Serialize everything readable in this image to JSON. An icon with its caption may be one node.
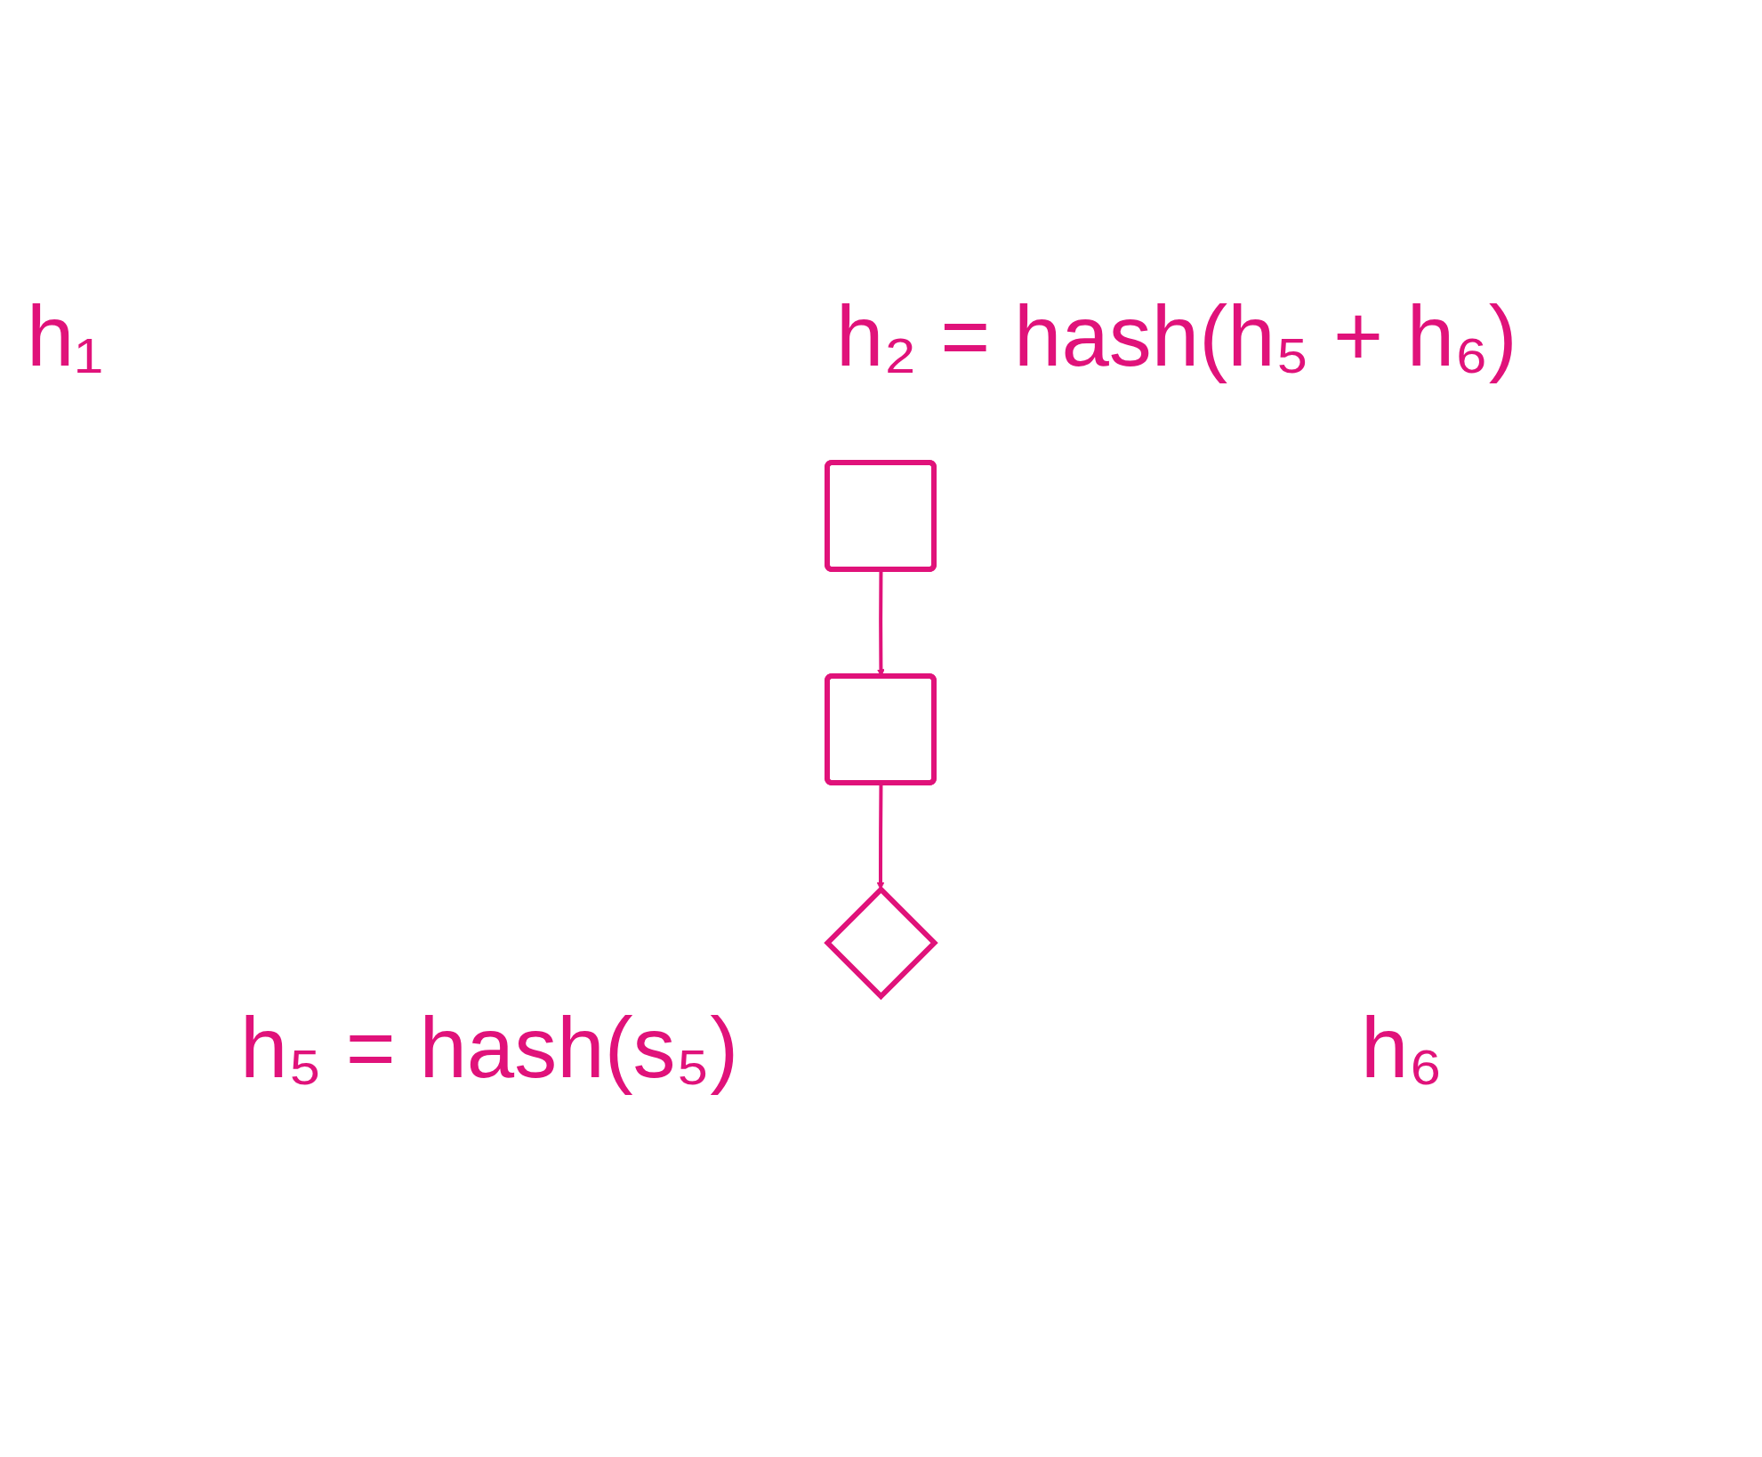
{
  "diagram": {
    "nodes": [
      {
        "text": [],
        "shape": "box"
      },
      {
        "text": [],
        "shape": "box"
      },
      {
        "text": [],
        "shape": "diamond"
      }
    ],
    "edges": [
      {
        "from": 0,
        "to": 1,
        "arrow": "to"
      },
      {
        "from": 1,
        "to": 2,
        "arrow": "to"
      }
    ],
    "labels": [
      "h₁",
      "h₂ = hash(h₅ + h₆)",
      "h₅ = hash(s₅)",
      "h₆"
    ]
  }
}
